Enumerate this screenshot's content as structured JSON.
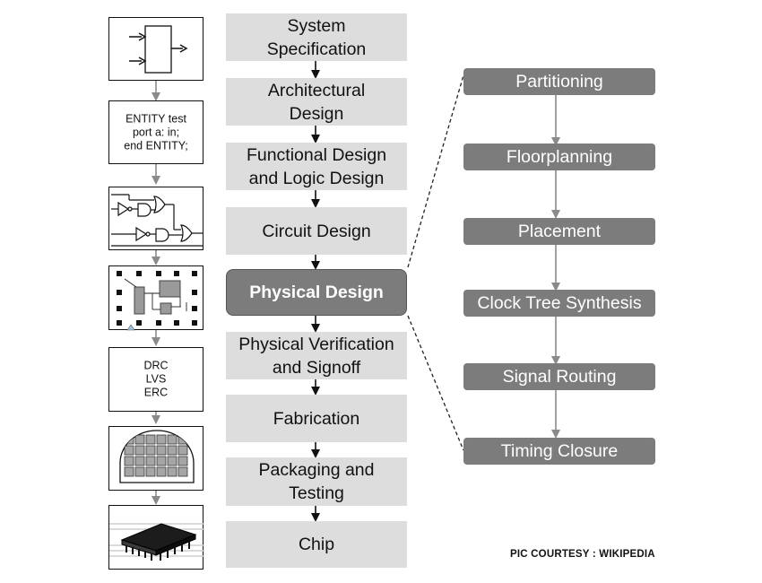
{
  "flow_steps": [
    {
      "label": "System Specification"
    },
    {
      "label": "Architectural Design"
    },
    {
      "label": "Functional Design and Logic Design"
    },
    {
      "label": "Circuit Design"
    },
    {
      "label": "Physical Design"
    },
    {
      "label": "Physical Verification and Signoff"
    },
    {
      "label": "Fabrication"
    },
    {
      "label": "Packaging and Testing"
    },
    {
      "label": "Chip"
    }
  ],
  "physical_design_steps": [
    {
      "label": "Partitioning"
    },
    {
      "label": "Floorplanning"
    },
    {
      "label": "Placement"
    },
    {
      "label": "Clock Tree Synthesis"
    },
    {
      "label": "Signal Routing"
    },
    {
      "label": "Timing Closure"
    }
  ],
  "thumbnails": {
    "hdl_code": {
      "lines": [
        "ENTITY test",
        "port a: in;",
        "end ENTITY;"
      ]
    },
    "verification": {
      "lines": [
        "DRC",
        "LVS",
        "ERC"
      ]
    }
  },
  "credit": "PIC COURTESY : WIKIPEDIA",
  "colors": {
    "step_fill": "#dddddd",
    "highlight_fill": "#7c7c7c",
    "substep_fill": "#7c7c7c",
    "arrow_dark": "#111111",
    "arrow_gray": "#8a8a8a"
  }
}
